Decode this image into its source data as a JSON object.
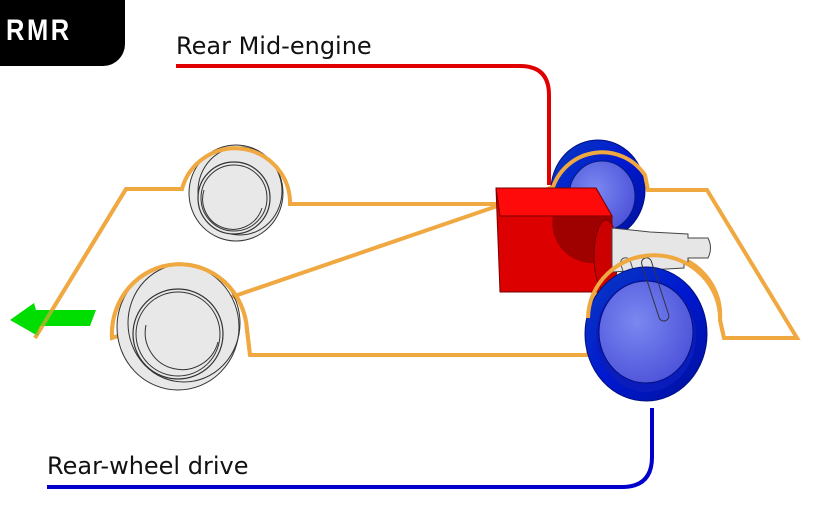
{
  "layout_code": "RMR",
  "labels": {
    "engine": "Rear Mid-engine",
    "drive": "Rear-wheel drive"
  },
  "colors": {
    "engine_line": "#e00000",
    "drive_line": "#0000cc",
    "chassis": "#f0a840",
    "direction_arrow": "#00dd00",
    "engine_block": "#dd0000",
    "driven_wheels": "#0022cc",
    "undriven_wheels": "#e8e8e8",
    "badge": "#000000"
  },
  "icons": {
    "direction": "arrow-left-icon"
  }
}
